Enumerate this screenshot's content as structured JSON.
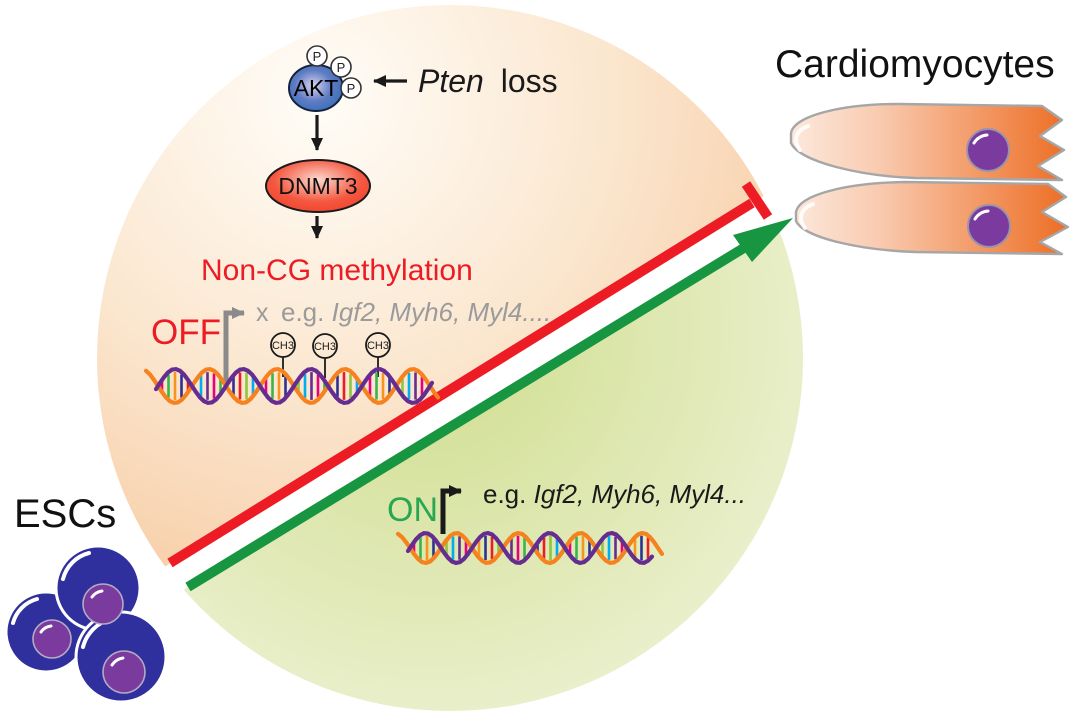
{
  "labels": {
    "cardiomyocytes": "Cardiomyocytes",
    "escs": "ESCs"
  },
  "pathway": {
    "pten_gene": "Pten",
    "pten_suffix": "loss",
    "akt": "AKT",
    "phospho": "P",
    "dnmt3": "DNMT3",
    "noncg_methylation": "Non-CG methylation"
  },
  "off_state": {
    "label": "OFF",
    "repressed_mark": "x",
    "example_prefix": "e.g.",
    "genes": "Igf2, Myh6, Myl4....",
    "methyl_group": "CH3"
  },
  "on_state": {
    "label": "ON",
    "example_prefix": "e.g.",
    "genes": "Igf2, Myh6, Myl4..."
  },
  "colors": {
    "inhibition_red": "#ed1c24",
    "activation_green": "#179540",
    "off_red": "#ed1c24",
    "on_green": "#2aa653",
    "noncg_red": "#ed1c24",
    "gray_arrow": "#8a8a8a",
    "gray_text": "#9b9b9b",
    "black_text": "#1a1a1a",
    "dna_strand_orange": "#f5821f",
    "dna_strand_purple": "#662d91",
    "dna_rungs": [
      "#e6007e",
      "#39b54a",
      "#f7941d",
      "#2e3192",
      "#ec1c24",
      "#8dc63f",
      "#00aeef",
      "#662d91"
    ],
    "esc_body_blue": "#2f2f9e",
    "nucleus_purple": "#7b3a9e",
    "cardiomyocyte_orange": "#ed6a1f"
  }
}
